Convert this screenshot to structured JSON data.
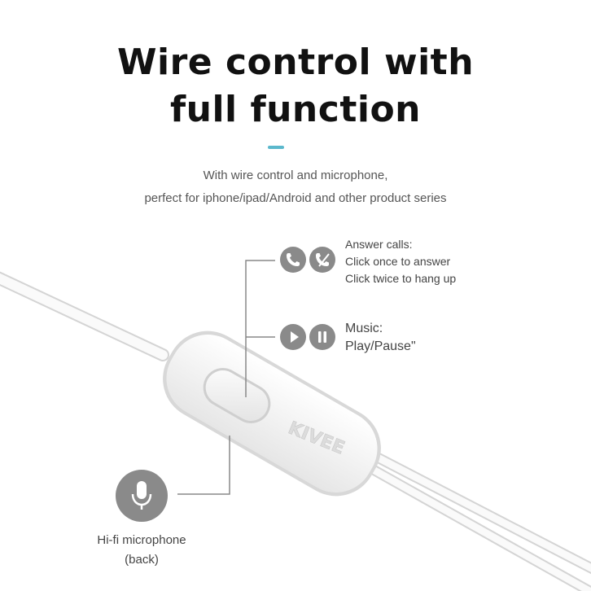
{
  "header": {
    "title_line1": "Wire control with",
    "title_line2": "full function",
    "subtitle_line1": "With wire control and microphone,",
    "subtitle_line2": "perfect for iphone/ipad/Android and other product series"
  },
  "callouts": {
    "calls": {
      "line1": "Answer calls:",
      "line2": "Click once to answer",
      "line3": "Click twice to hang up"
    },
    "music": {
      "line1": "Music:",
      "line2": "Play/Pause\""
    },
    "microphone": {
      "line1": "Hi-fi microphone",
      "line2": "(back)"
    }
  },
  "device": {
    "brand": "KIVEE"
  },
  "icons": {
    "answer": "phone-icon",
    "hangup": "phone-hangup-icon",
    "play": "play-icon",
    "pause": "pause-icon",
    "mic": "microphone-icon"
  },
  "colors": {
    "accent": "#5bb8cc",
    "icon_bg": "#8a8a8a"
  }
}
